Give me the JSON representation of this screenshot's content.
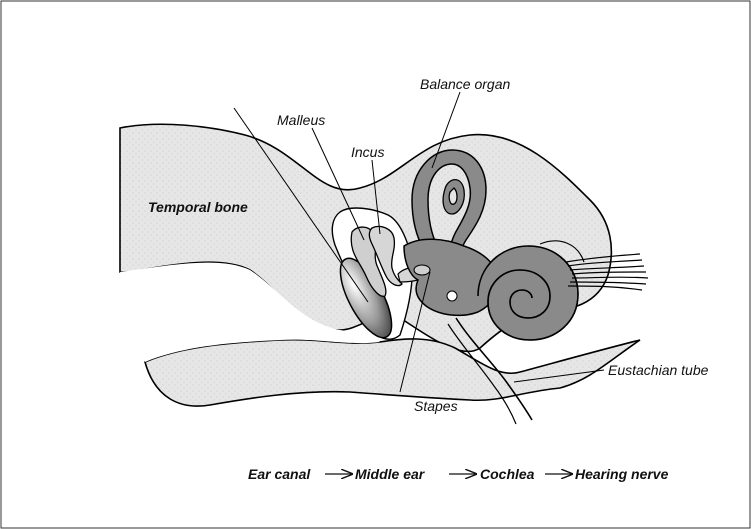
{
  "diagram": {
    "labels": {
      "balance_organ": "Balance organ",
      "malleus": "Malleus",
      "incus": "Incus",
      "temporal_bone": "Temporal bone",
      "eustachian_tube": "Eustachian tube",
      "stapes": "Stapes"
    },
    "flow": [
      "Ear canal",
      "Middle ear",
      "Cochlea",
      "Hearing nerve"
    ],
    "colors": {
      "bone_fill": "#e4e4e4",
      "organ_fill": "#8a8a8a",
      "ossicle_fill": "#d0d0d0",
      "outline": "#000000"
    }
  }
}
